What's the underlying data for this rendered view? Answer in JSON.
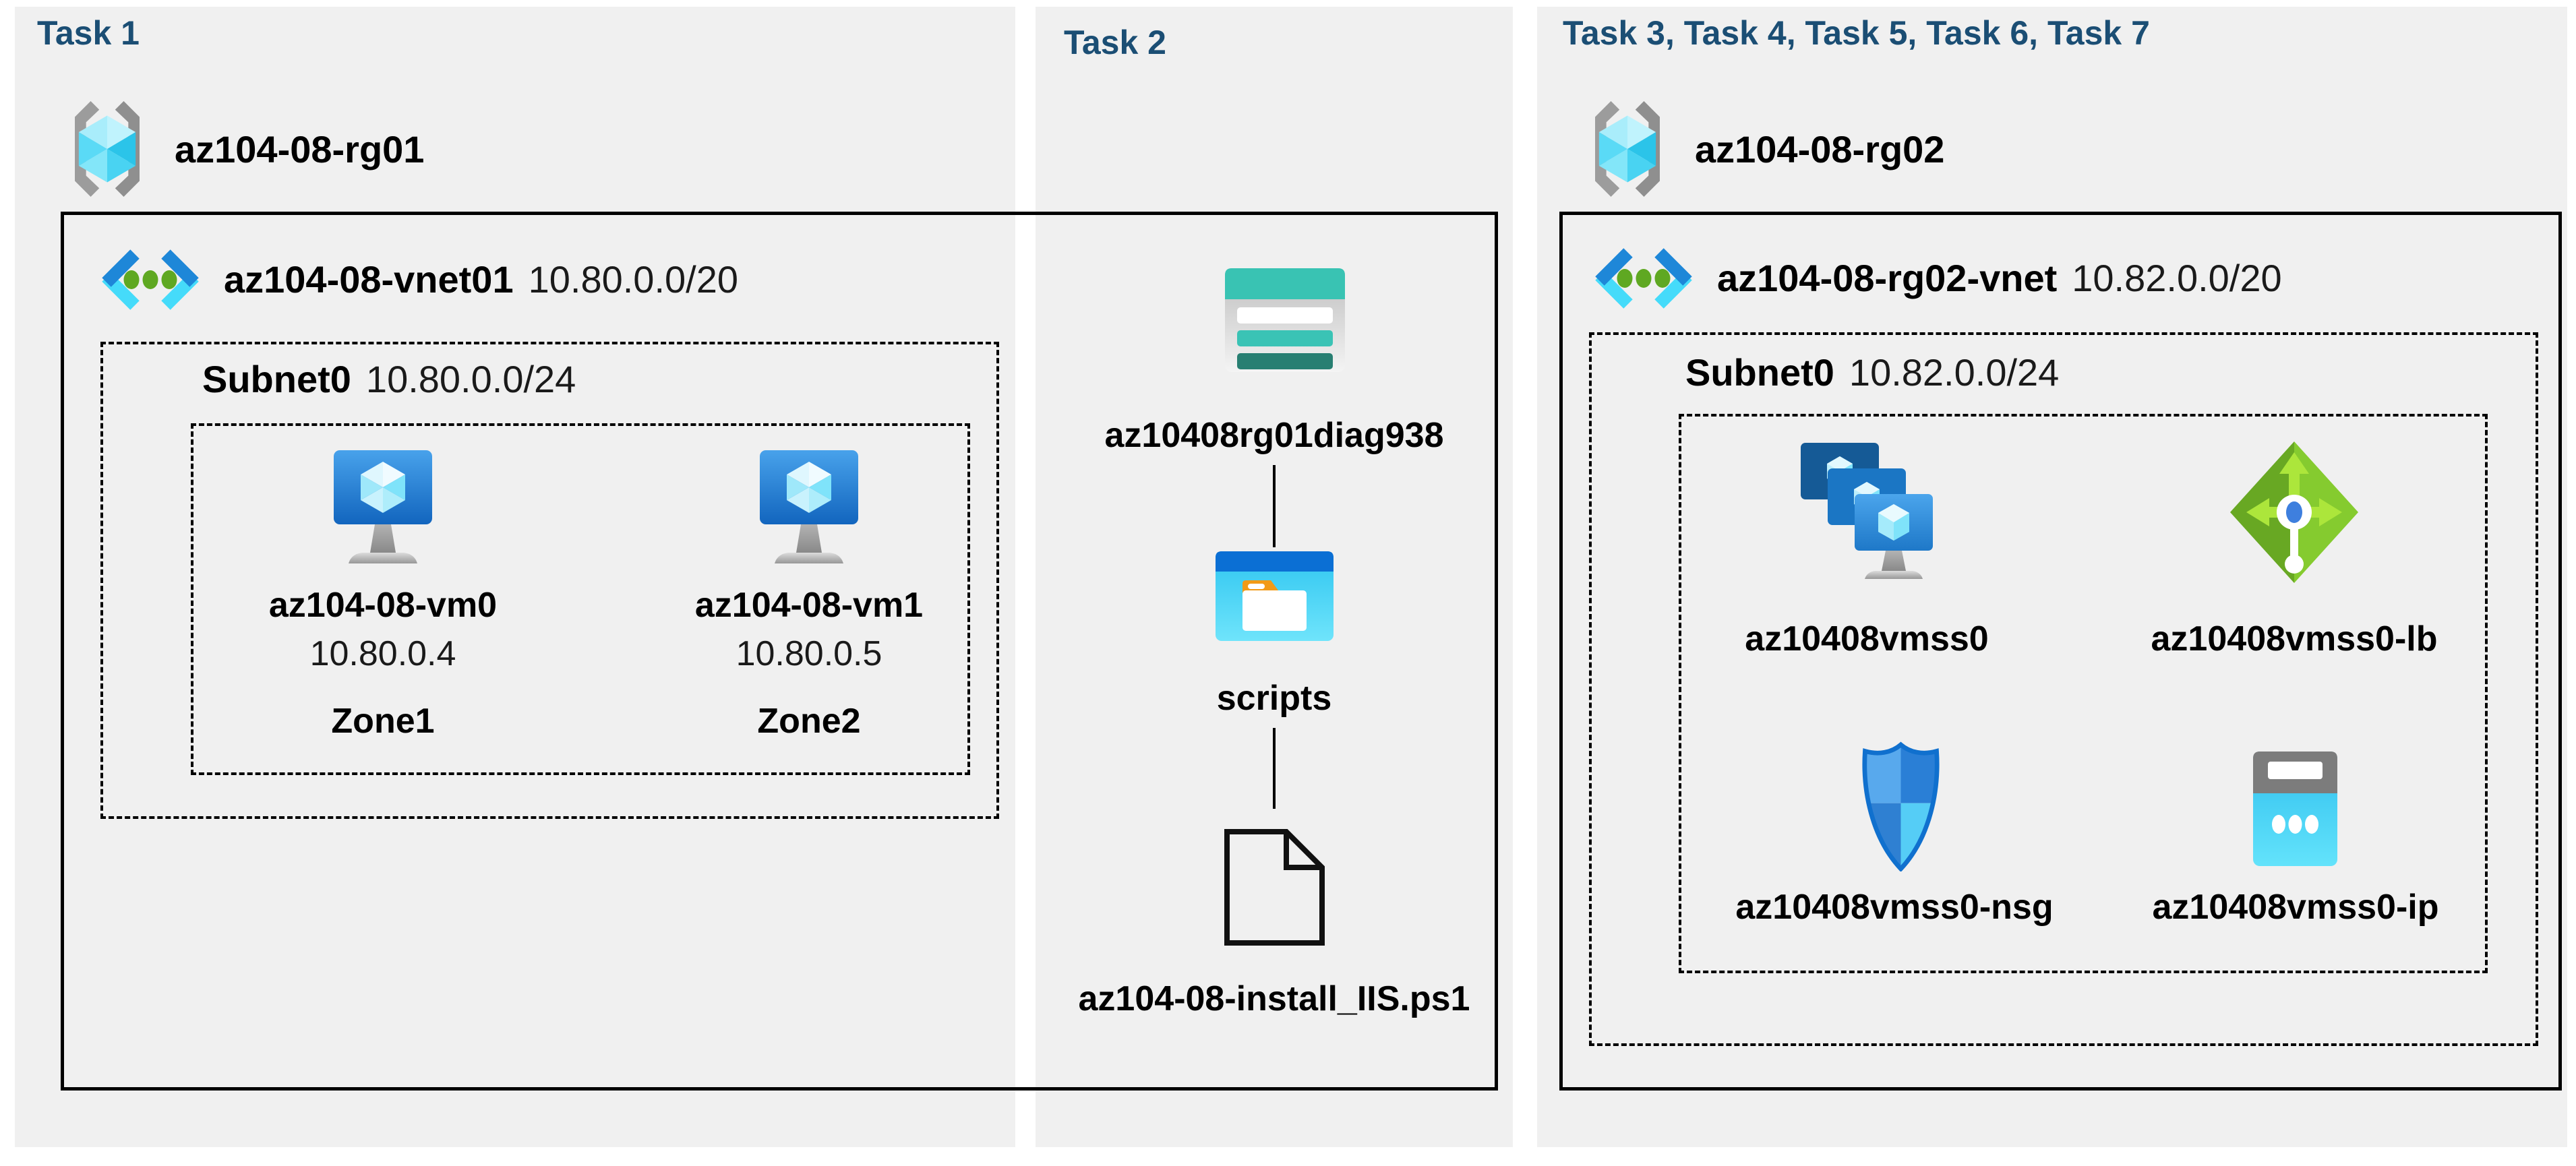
{
  "colors": {
    "panel_bg": "#f0f0f0",
    "title_navy": "#1b4e74",
    "outline_black": "#000000",
    "vnet_blue": "#1e87d8",
    "vnet_cyan": "#45dbfa",
    "dot_green": "#5fa822",
    "vm_screen_blue": "#2f8fdf",
    "gem_cyan": "#9fe8fa",
    "storage_teal": "#39c3b3",
    "storage_teal_dark": "#287f72",
    "folder_header_blue": "#0b6fd4",
    "folder_body_cyan": "#35c9f1",
    "folder_tab_orange": "#f29a17",
    "lb_green_dark": "#68a823",
    "lb_green_light": "#85cb2f",
    "lb_arrow_green": "#ace63b",
    "nsg_blue": "#2a7fd6",
    "nsg_cyan": "#55cdf6",
    "ip_body_cyan": "#3fc9f2",
    "ip_top_gray": "#7c7c7c",
    "rg_bracket_gray": "#9a9a9a",
    "stand_gray": "#9e9e9e"
  },
  "task1": {
    "title": "Task 1",
    "rg": {
      "name": "az104-08-rg01"
    },
    "vnet": {
      "name": "az104-08-vnet01",
      "cidr": "10.80.0.0/20"
    },
    "subnet": {
      "name": "Subnet0",
      "cidr": "10.80.0.0/24"
    },
    "vms": [
      {
        "name": "az104-08-vm0",
        "ip": "10.80.0.4",
        "zone": "Zone1"
      },
      {
        "name": "az104-08-vm1",
        "ip": "10.80.0.5",
        "zone": "Zone2"
      }
    ]
  },
  "task2": {
    "title": "Task 2",
    "storage_account": {
      "name": "az10408rg01diag938"
    },
    "folder": {
      "name": "scripts"
    },
    "file": {
      "name": "az104-08-install_IIS.ps1"
    }
  },
  "task3": {
    "title": "Task 3, Task 4, Task 5, Task 6, Task 7",
    "rg": {
      "name": "az104-08-rg02"
    },
    "vnet": {
      "name": "az104-08-rg02-vnet",
      "cidr": "10.82.0.0/20"
    },
    "subnet": {
      "name": "Subnet0",
      "cidr": "10.82.0.0/24"
    },
    "resources": [
      {
        "name": "az10408vmss0",
        "type": "virtual-machine-scale-set"
      },
      {
        "name": "az10408vmss0-lb",
        "type": "load-balancer"
      },
      {
        "name": "az10408vmss0-nsg",
        "type": "network-security-group"
      },
      {
        "name": "az10408vmss0-ip",
        "type": "public-ip-address"
      }
    ]
  }
}
